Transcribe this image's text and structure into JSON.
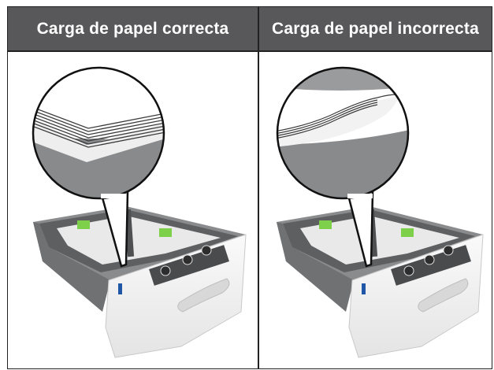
{
  "panels": [
    {
      "title": "Carga de papel correcta",
      "illustration": "paper-tray-correct-load"
    },
    {
      "title": "Carga de papel incorrecta",
      "illustration": "paper-tray-incorrect-load"
    }
  ],
  "colors": {
    "header_bg": "#58585a",
    "header_text": "#ffffff",
    "tray_gray": "#6d6e70",
    "tray_white": "#f2f2f2",
    "guide_green": "#7ed04a",
    "latch_blue": "#1f57a6"
  }
}
